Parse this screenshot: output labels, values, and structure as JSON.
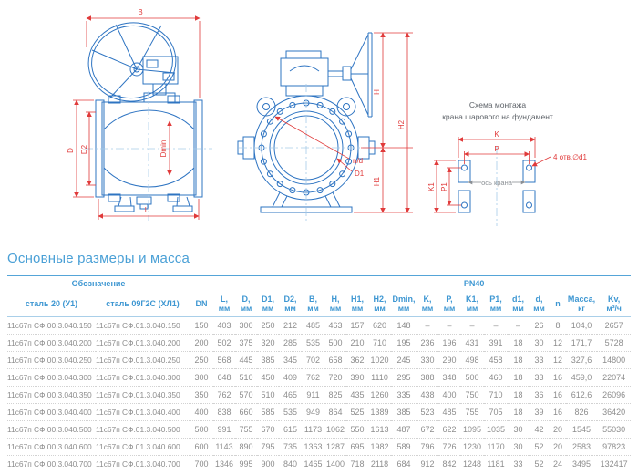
{
  "drawing": {
    "labels": {
      "b": "B",
      "d": "D",
      "d2": "D2",
      "dmin": "Dmin",
      "l": "L",
      "h": "H",
      "h1": "H1",
      "h2": "H2",
      "nd": "n/d",
      "d1": "D1"
    },
    "scheme": {
      "title1": "Схема монтажа",
      "title2": "крана шарового на фундамент",
      "k": "K",
      "p": "P",
      "k1": "K1",
      "p1": "P1",
      "axis": "ось крана",
      "holes": "4 отв.∅d1"
    },
    "colors": {
      "line": "#2e74c2",
      "centerline": "#a6cbe8",
      "dim": "#e03a3a"
    }
  },
  "table": {
    "title": "Основные размеры и масса",
    "designation_header": "Обозначение",
    "pn_header": "PN40",
    "steel20_header": "сталь 20 (У1)",
    "steel09_header": "сталь 09Г2С (ХЛ1)",
    "columns": [
      {
        "name": "DN",
        "unit": ""
      },
      {
        "name": "L,",
        "unit": "мм"
      },
      {
        "name": "D,",
        "unit": "мм"
      },
      {
        "name": "D1,",
        "unit": "мм"
      },
      {
        "name": "D2,",
        "unit": "мм"
      },
      {
        "name": "B,",
        "unit": "мм"
      },
      {
        "name": "H,",
        "unit": "мм"
      },
      {
        "name": "H1,",
        "unit": "мм"
      },
      {
        "name": "H2,",
        "unit": "мм"
      },
      {
        "name": "Dmin,",
        "unit": "мм"
      },
      {
        "name": "K,",
        "unit": "мм"
      },
      {
        "name": "P,",
        "unit": "мм"
      },
      {
        "name": "K1,",
        "unit": "мм"
      },
      {
        "name": "P1,",
        "unit": "мм"
      },
      {
        "name": "d1,",
        "unit": "мм"
      },
      {
        "name": "d,",
        "unit": "мм"
      },
      {
        "name": "n",
        "unit": ""
      },
      {
        "name": "Масса,",
        "unit": "кг"
      },
      {
        "name": "Kv,",
        "unit": "м³/ч"
      }
    ],
    "rows": [
      [
        "11с67п СФ.00.3.040.150",
        "11с67п СФ.01.3.040.150",
        "150",
        "403",
        "300",
        "250",
        "212",
        "485",
        "463",
        "157",
        "620",
        "148",
        "–",
        "–",
        "–",
        "–",
        "–",
        "26",
        "8",
        "104,0",
        "2657"
      ],
      [
        "11с67п СФ.00.3.040.200",
        "11с67п СФ.01.3.040.200",
        "200",
        "502",
        "375",
        "320",
        "285",
        "535",
        "500",
        "210",
        "710",
        "195",
        "236",
        "196",
        "431",
        "391",
        "18",
        "30",
        "12",
        "171,7",
        "5728"
      ],
      [
        "11с67п СФ.00.3.040.250",
        "11с67п СФ.01.3.040.250",
        "250",
        "568",
        "445",
        "385",
        "345",
        "702",
        "658",
        "362",
        "1020",
        "245",
        "330",
        "290",
        "498",
        "458",
        "18",
        "33",
        "12",
        "327,6",
        "14800"
      ],
      [
        "11с67п СФ.00.3.040.300",
        "11с67п СФ.01.3.040.300",
        "300",
        "648",
        "510",
        "450",
        "409",
        "762",
        "720",
        "390",
        "1110",
        "295",
        "388",
        "348",
        "500",
        "460",
        "18",
        "33",
        "16",
        "459,0",
        "22074"
      ],
      [
        "11с67п СФ.00.3.040.350",
        "11с67п СФ.01.3.040.350",
        "350",
        "762",
        "570",
        "510",
        "465",
        "911",
        "825",
        "435",
        "1260",
        "335",
        "438",
        "400",
        "750",
        "710",
        "18",
        "36",
        "16",
        "612,6",
        "26096"
      ],
      [
        "11с67п СФ.00.3.040.400",
        "11с67п СФ.01.3.040.400",
        "400",
        "838",
        "660",
        "585",
        "535",
        "949",
        "864",
        "525",
        "1389",
        "385",
        "523",
        "485",
        "755",
        "705",
        "18",
        "39",
        "16",
        "826",
        "36420"
      ],
      [
        "11с67п СФ.00.3.040.500",
        "11с67п СФ.01.3.040.500",
        "500",
        "991",
        "755",
        "670",
        "615",
        "1173",
        "1062",
        "550",
        "1613",
        "487",
        "672",
        "622",
        "1095",
        "1035",
        "30",
        "42",
        "20",
        "1545",
        "55030"
      ],
      [
        "11с67п СФ.00.3.040.600",
        "11с67п СФ.01.3.040.600",
        "600",
        "1143",
        "890",
        "795",
        "735",
        "1363",
        "1287",
        "695",
        "1982",
        "589",
        "796",
        "726",
        "1230",
        "1170",
        "30",
        "52",
        "20",
        "2583",
        "97823"
      ],
      [
        "11с67п СФ.00.3.040.700",
        "11с67п СФ.01.3.040.700",
        "700",
        "1346",
        "995",
        "900",
        "840",
        "1465",
        "1400",
        "718",
        "2118",
        "684",
        "912",
        "842",
        "1248",
        "1181",
        "33",
        "52",
        "24",
        "3495",
        "132417"
      ]
    ]
  }
}
